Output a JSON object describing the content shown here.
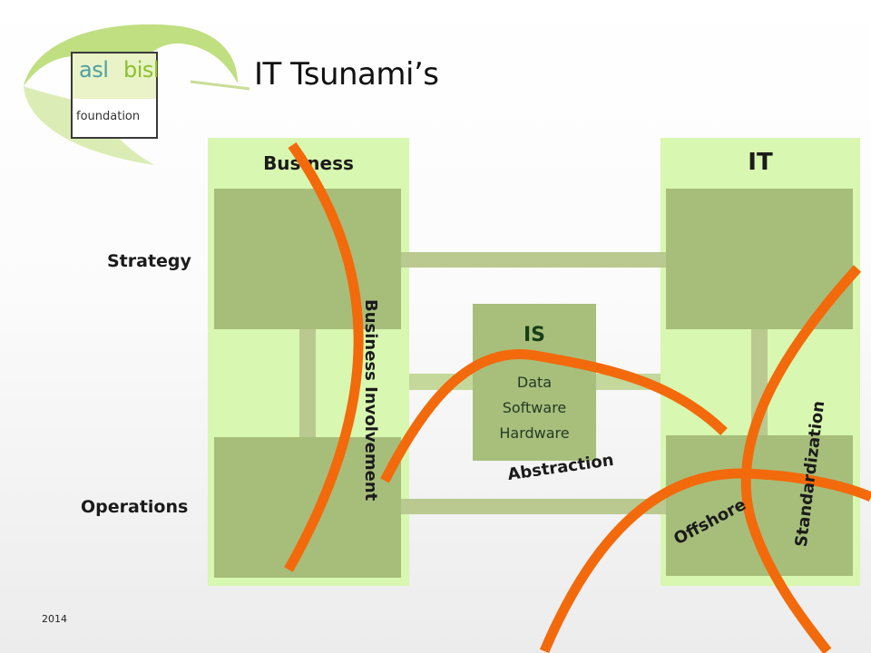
{
  "logo": {
    "word1": "asl",
    "word2": "bisl",
    "word3": "foundation"
  },
  "slide": {
    "title": "IT Tsunami’s",
    "year": "2014"
  },
  "diagram": {
    "business_heading": "Business",
    "it_heading": "IT",
    "strategy_label": "Strategy",
    "operations_label": "Operations",
    "is_title": "IS",
    "is_items": [
      "Data",
      "Software",
      "Hardware"
    ]
  },
  "tsunamis": {
    "business_involvement": "Business Involvement",
    "abstraction": "Abstraction",
    "offshore": "Offshore",
    "standardization": "Standardization"
  },
  "colors": {
    "panel": "#d8f7b0",
    "block": "#a7be7b",
    "wave": "#f26a0b"
  }
}
